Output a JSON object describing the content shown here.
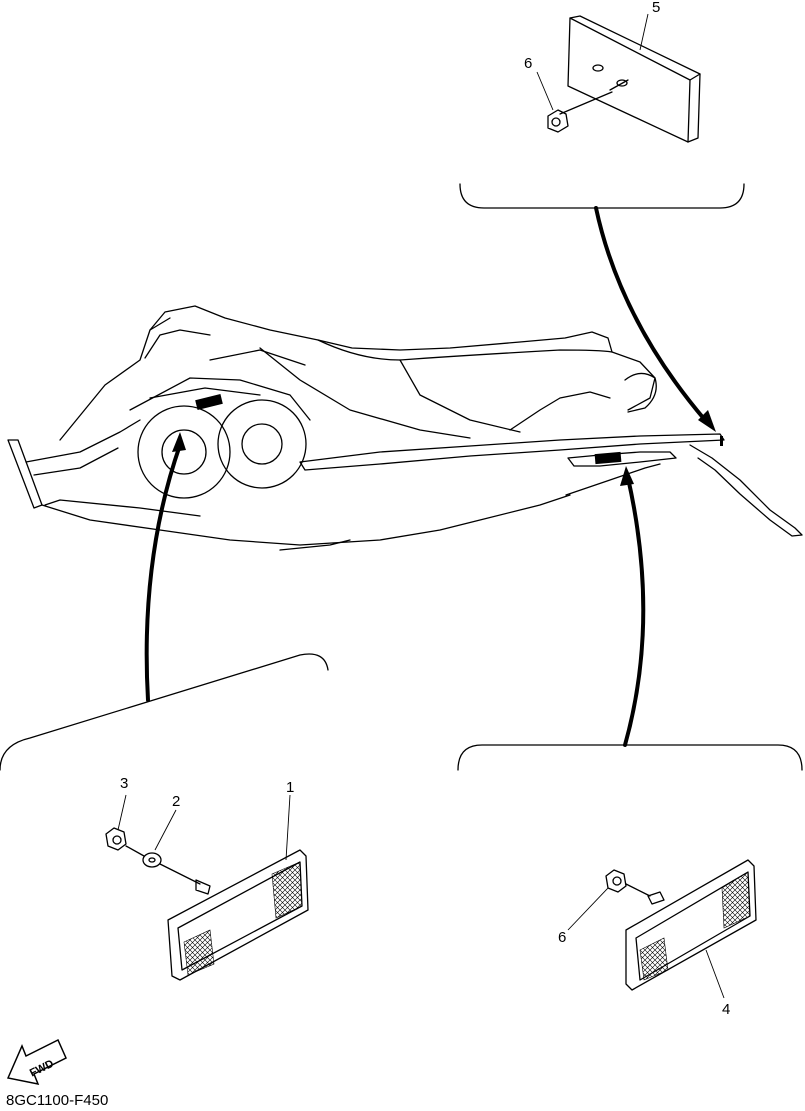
{
  "drawing_code": "8GC1100-F450",
  "fwd_label": "FWD",
  "callouts": {
    "c1": "1",
    "c2": "2",
    "c3": "3",
    "c4": "4",
    "c5": "5",
    "c6_top": "6",
    "c6_right": "6"
  }
}
